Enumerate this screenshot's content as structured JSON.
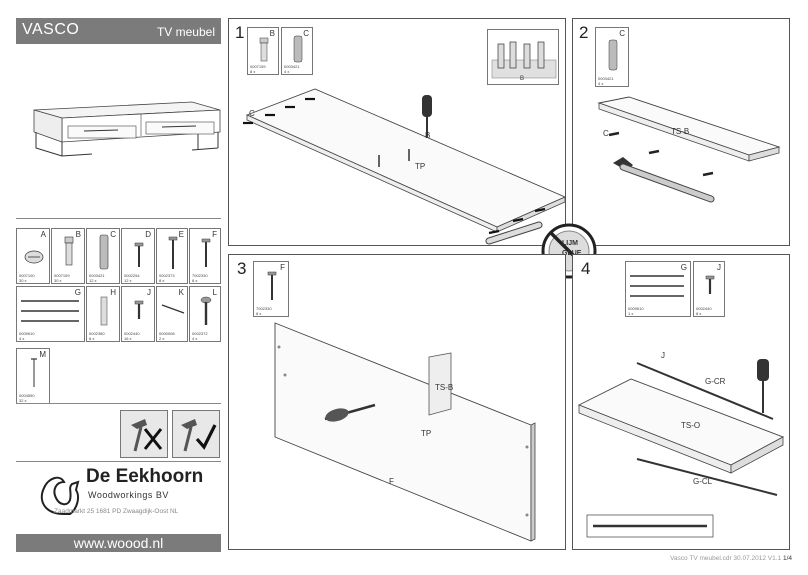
{
  "header": {
    "product": "VASCO",
    "type": "TV meubel"
  },
  "parts": [
    {
      "letter": "A",
      "code": "0007100",
      "qty": "30 x"
    },
    {
      "letter": "B",
      "code": "0007159",
      "qty": "30 x"
    },
    {
      "letter": "C",
      "code": "0003421",
      "qty": "12 x"
    },
    {
      "letter": "D",
      "code": "0002254",
      "qty": "12 x"
    },
    {
      "letter": "E",
      "code": "0002373",
      "qty": "8 x"
    },
    {
      "letter": "F",
      "code": "7002330",
      "qty": "8 x"
    },
    {
      "letter": "G",
      "code": "0009610",
      "qty": "4 x"
    },
    {
      "letter": "H",
      "code": "0002380",
      "qty": "8 x"
    },
    {
      "letter": "J",
      "code": "0002440",
      "qty": "16 x"
    },
    {
      "letter": "K",
      "code": "0000008",
      "qty": "2 x"
    },
    {
      "letter": "L",
      "code": "0002372",
      "qty": "4 x"
    },
    {
      "letter": "M",
      "code": "0004550",
      "qty": "32 x"
    }
  ],
  "company": {
    "name": "De Eekhoorn",
    "sub": "Woodworkings BV",
    "address": "Zaadmarkt 25  1681 PD Zwaagdijk-Oost NL",
    "website": "www.woood.nl"
  },
  "steps": [
    {
      "num": "1",
      "badges": [
        {
          "letter": "B",
          "code": "0007159",
          "qty": "8 x"
        },
        {
          "letter": "C",
          "code": "0003421",
          "qty": "4 x"
        }
      ],
      "labels": {
        "panel": "TP",
        "fastener1": "B",
        "fastener2": "C",
        "inset": "B"
      }
    },
    {
      "num": "2",
      "badges": [
        {
          "letter": "C",
          "code": "0003421",
          "qty": "4 x"
        }
      ],
      "labels": {
        "panel": "TS-B",
        "fastener": "C"
      }
    },
    {
      "num": "3",
      "badges": [
        {
          "letter": "F",
          "code": "7002330",
          "qty": "8 x"
        }
      ],
      "labels": {
        "panel": "TP",
        "side": "TS-B",
        "fastener": "F"
      }
    },
    {
      "num": "4",
      "badges": [
        {
          "letter": "G",
          "code": "0009610",
          "qty": "1 x"
        },
        {
          "letter": "J",
          "code": "0002440",
          "qty": "8 x"
        }
      ],
      "labels": {
        "panel": "TS-O",
        "rail1": "G-CR",
        "rail2": "G-CL",
        "fastener": "J"
      }
    }
  ],
  "noglue": {
    "line1": "LIJM",
    "line2": "GLUE"
  },
  "version": "Vasco TV meubel.cdr 30.07.2012 V1.1",
  "page": "1/4"
}
